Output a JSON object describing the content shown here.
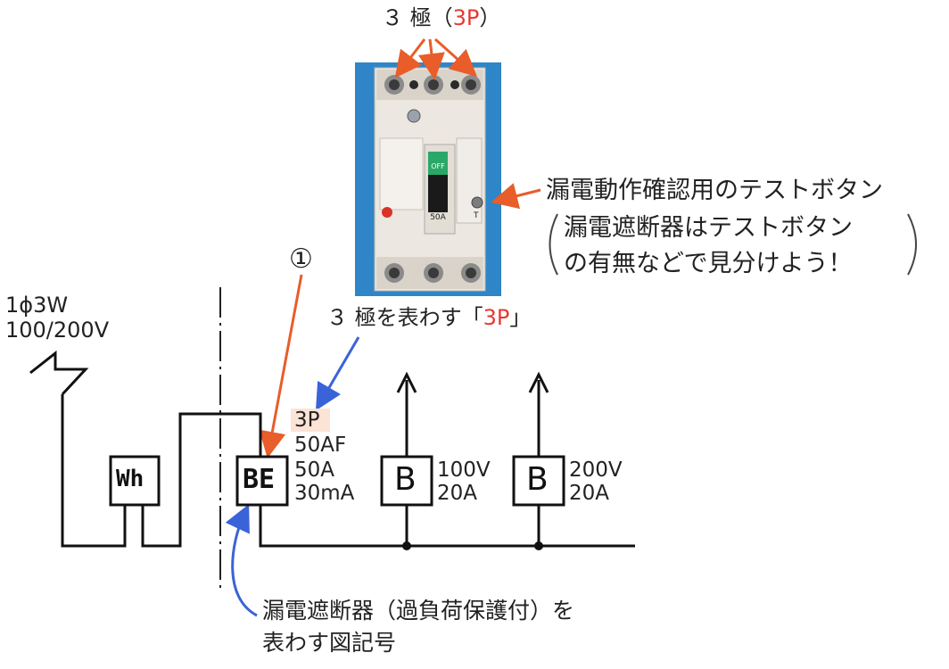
{
  "top_label": {
    "prefix": "３ 極（",
    "emph": "3P",
    "suffix": "）"
  },
  "test_button_note": {
    "line1": "漏電動作確認用のテストボタン",
    "line2": "漏電遮断器はテストボタン",
    "line3": "の有無などで見分けよう！"
  },
  "photo": {
    "breaker_rating": "50A",
    "switch_state": "OFF",
    "test_marker": "T"
  },
  "circle_number": "①",
  "three_pole_note": {
    "prefix": "３ 極を表わす「",
    "emph": "3P",
    "suffix": "」"
  },
  "supply": {
    "line1": "1ϕ3W",
    "line2": "100/200V"
  },
  "meter_symbol": "Wh",
  "elcb": {
    "symbol": "BE",
    "poles": "3P",
    "frame": "50AF",
    "rating": "50A",
    "sensitivity": "30mA"
  },
  "branches": [
    {
      "symbol": "B",
      "voltage": "100V",
      "current": "20A"
    },
    {
      "symbol": "B",
      "voltage": "200V",
      "current": "20A"
    }
  ],
  "bottom_note": {
    "line1": "漏電遮断器（過負荷保護付）を",
    "line2": "表わす図記号"
  },
  "colors": {
    "orange_arrow": "#e85d2a",
    "blue_arrow": "#3b63d8",
    "red_text": "#e8382e",
    "highlight": "#fbe3d6",
    "photo_background": "#2e86c8"
  }
}
